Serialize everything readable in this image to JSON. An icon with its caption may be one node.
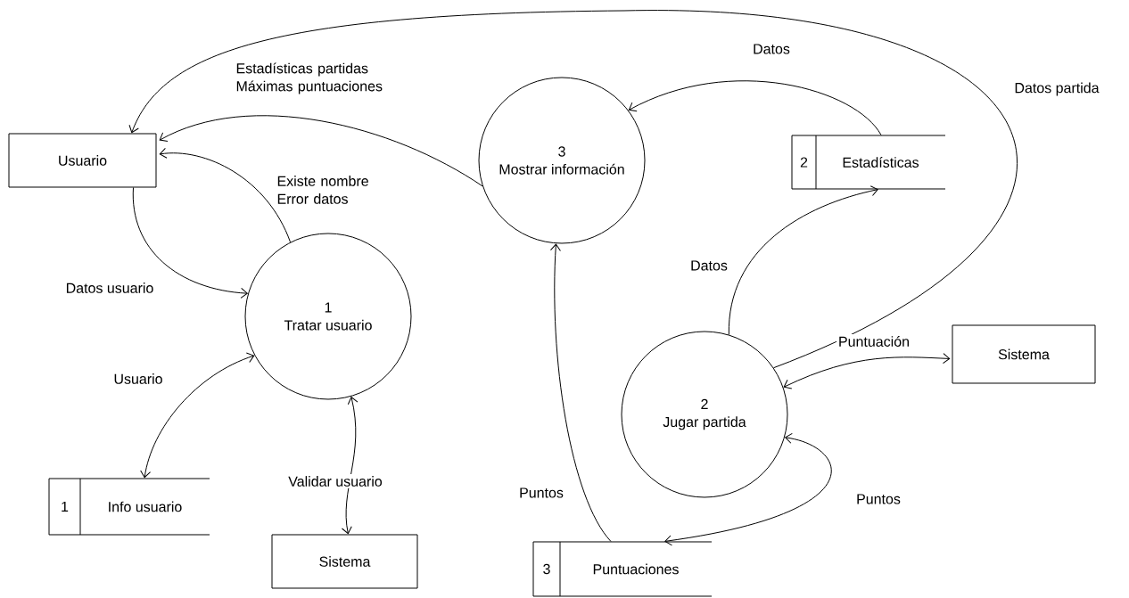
{
  "diagram": {
    "nodes": [
      {
        "text": [
          "Usuario"
        ]
      },
      {
        "text": [
          "1",
          "Tratar usuario"
        ]
      },
      {
        "text": [
          "3",
          "Mostrar información"
        ]
      },
      {
        "text": [
          "2",
          "Estadísticas"
        ]
      },
      {
        "text": [
          "1",
          "Info usuario"
        ]
      },
      {
        "text": [
          "Sistema"
        ]
      },
      {
        "text": [
          "2",
          "Jugar partida"
        ]
      },
      {
        "text": [
          "Sistema"
        ]
      },
      {
        "text": [
          "3",
          "Puntuaciones"
        ]
      }
    ],
    "edges": [
      {
        "from": 6,
        "to": 0,
        "arrow": "to",
        "label": "Datos partida"
      },
      {
        "from": 2,
        "to": 0,
        "arrow": "to",
        "label": "Estadísticas partidas Máximas puntuaciones"
      },
      {
        "from": 3,
        "to": 2,
        "arrow": "to",
        "label": "Datos"
      },
      {
        "from": 1,
        "to": 0,
        "arrow": "to",
        "label": "Existe nombre Error datos"
      },
      {
        "from": 0,
        "to": 1,
        "arrow": "to",
        "label": "Datos usuario"
      },
      {
        "from": 1,
        "to": 4,
        "arrow": "both",
        "label": "Usuario"
      },
      {
        "from": 1,
        "to": 5,
        "arrow": "both",
        "label": "Validar usuario"
      },
      {
        "from": 6,
        "to": 3,
        "arrow": "to",
        "label": "Datos"
      },
      {
        "from": 6,
        "to": 7,
        "arrow": "both",
        "label": "Puntuación"
      },
      {
        "from": 6,
        "to": 8,
        "arrow": "both",
        "label": "Puntos"
      },
      {
        "from": 8,
        "to": 2,
        "arrow": "to",
        "label": "Puntos"
      }
    ]
  }
}
